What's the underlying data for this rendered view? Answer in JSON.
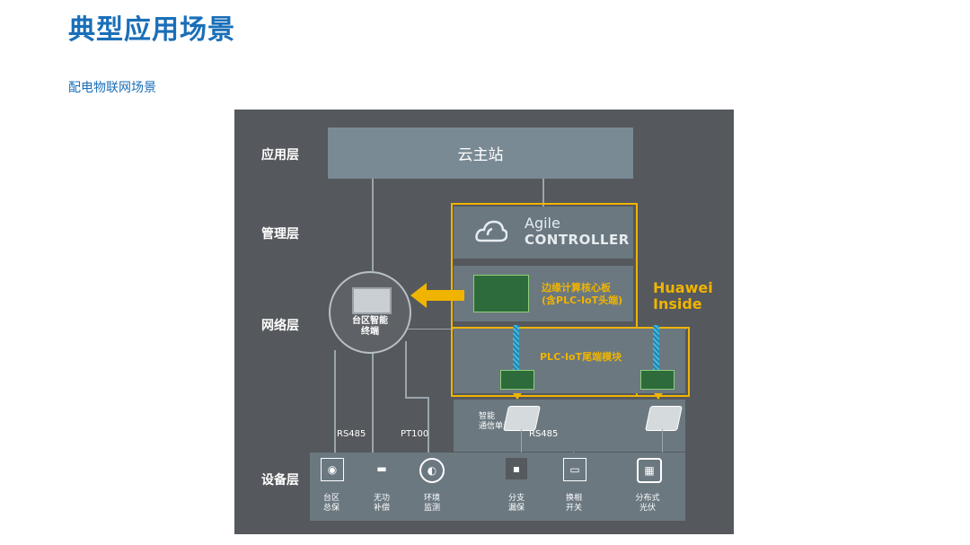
{
  "page": {
    "title": "典型应用场景",
    "section_link": "配电物联网场景"
  },
  "diagram": {
    "layers": {
      "application": "应用层",
      "management": "管理层",
      "network": "网络层",
      "device": "设备层"
    },
    "cloud_station": "云主站",
    "agile_controller": {
      "line1": "Agile",
      "line2": "CONTROLLER"
    },
    "edge_board": {
      "line1": "边缘计算核心板",
      "line2": "(含PLC-IoT头端)"
    },
    "huawei_inside": {
      "line1": "Huawei",
      "line2": "Inside"
    },
    "plc_module": "PLC-IoT尾端模块",
    "terminal": {
      "line1": "台区智能",
      "line2": "终端"
    },
    "comm_unit": {
      "line1": "智能",
      "line2": "通信单元"
    },
    "buses": {
      "rs485_left": "RS485",
      "pt100": "PT100",
      "rs485_right": "RS485"
    },
    "devices": [
      {
        "icon": "meter-icon",
        "line1": "台区",
        "line2": "总保"
      },
      {
        "icon": "compensation-icon",
        "line1": "无功",
        "line2": "补偿"
      },
      {
        "icon": "environment-icon",
        "line1": "环境",
        "line2": "监测"
      },
      {
        "icon": "leakage-icon",
        "line1": "分支",
        "line2": "漏保"
      },
      {
        "icon": "switch-icon",
        "line1": "换相",
        "line2": "开关"
      },
      {
        "icon": "solar-icon",
        "line1": "分布式",
        "line2": "光伏"
      }
    ],
    "colors": {
      "accent": "#f0b400",
      "title_blue": "#1a6fb8",
      "background": "#55585c"
    }
  }
}
